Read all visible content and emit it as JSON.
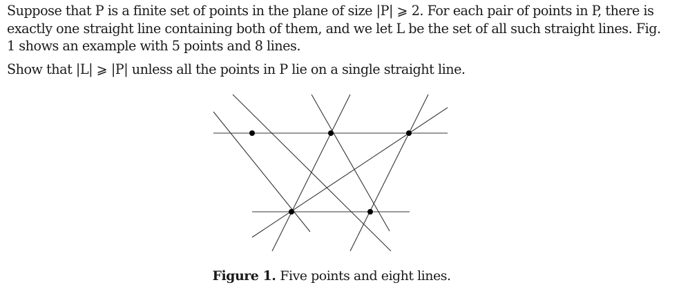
{
  "problem": {
    "paragraph_1": "Suppose that P is a finite set of points in the plane of size |P| ⩾ 2. For each pair of points in P, there is exactly one straight line containing both of them, and we let L be the set of all such straight lines. Fig. 1 shows an example with 5 points and 8 lines.",
    "paragraph_2": "Show that |L| ⩾ |P| unless all the points in P lie on a single straight line."
  },
  "figure": {
    "caption_label": "Figure 1.",
    "caption_text": "Five points and eight lines.",
    "point_count": 5,
    "line_count": 8
  },
  "colors": {
    "text": "#1a1a1a",
    "line": "#333333",
    "point": "#000000"
  }
}
